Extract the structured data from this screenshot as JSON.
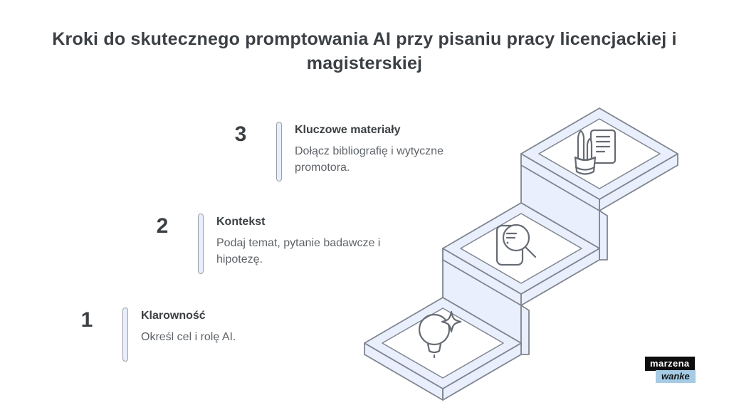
{
  "title": "Kroki do skutecznego promptowania AI przy pisaniu pracy licencjackiej i magisterskiej",
  "steps": [
    {
      "number": "1",
      "heading": "Klarowność",
      "description": "Określ cel i rolę AI.",
      "icon": "lightbulb-sparkle-icon"
    },
    {
      "number": "2",
      "heading": "Kontekst",
      "description": "Podaj temat, pytanie badawcze i hipotezę.",
      "icon": "document-magnifier-icon"
    },
    {
      "number": "3",
      "heading": "Kluczowe materiały",
      "description": "Dołącz bibliografię i wytyczne promotora.",
      "icon": "pens-and-document-icon"
    }
  ],
  "watermark": {
    "line1": "marzena",
    "line2": "wanke"
  },
  "colors": {
    "step_fill": "#e9effc",
    "step_stroke": "#80868f",
    "inner_face_fill": "#ffffff",
    "icon_stroke": "#666b73",
    "accent_bar_fill": "#e8eefb",
    "accent_bar_border": "#9aa0a6",
    "heading_text": "#3c4043",
    "body_text": "#5f6368",
    "watermark_bg_top": "#0d0d0d",
    "watermark_bg_bottom": "#a6cbe4"
  }
}
